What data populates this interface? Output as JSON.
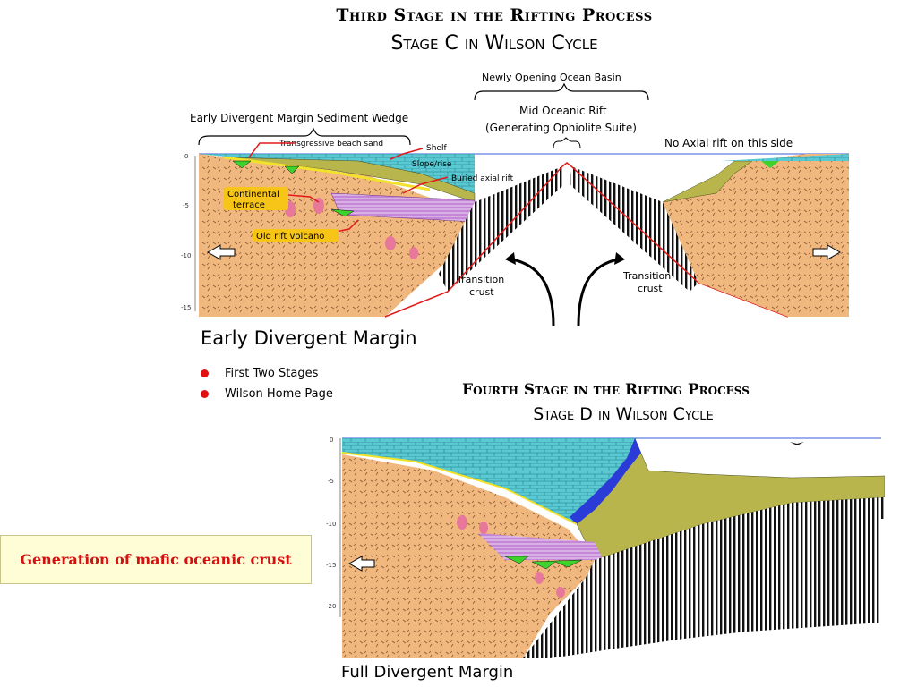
{
  "header": {
    "title_stage_c": "Third Stage in the Rifting Process",
    "subtitle_stage_c": "Stage C in Wilson Cycle",
    "title_stage_d": "Fourth Stage in the Rifting Process",
    "subtitle_stage_d": "Stage D in Wilson Cycle"
  },
  "diagram_c": {
    "labels": {
      "newly_opening": "Newly Opening Ocean Basin",
      "mid_oceanic_rift": "Mid Oceanic Rift",
      "generating": "(Generating Ophiolite Suite)",
      "early_wedge": "Early Divergent Margin Sediment Wedge",
      "no_axial": "No Axial rift on this side",
      "beach_sand": "Transgressive beach sand",
      "shelf": "Shelf",
      "slope_rise": "Slope/rise",
      "buried_axial": "Buried axial rift",
      "continental": "Continental",
      "terrace": "terrace",
      "old_rift_volcano": "Old rift volcano",
      "transition_left_1": "Transition",
      "transition_left_2": "crust",
      "transition_right_1": "Transition",
      "transition_right_2": "crust"
    },
    "depth_ticks": [
      "0",
      "-5",
      "-10",
      "-15"
    ],
    "caption": "Early Divergent Margin"
  },
  "diagram_d": {
    "depth_ticks": [
      "0",
      "-5",
      "-10",
      "-15",
      "-20"
    ],
    "caption": "Full Divergent Margin"
  },
  "nav": {
    "items": [
      {
        "label": "First Two Stages"
      },
      {
        "label": "Wilson Home Page"
      }
    ]
  },
  "side_note": "Generation of mafic oceanic crust",
  "colors": {
    "continent": "#f0b77e",
    "water": "#59c9d3",
    "sediment": "#b7b54b",
    "basin_fill": "#c486d6",
    "volcanic": "#3ed22d",
    "annotation_red": "#e31a1a",
    "label_box": "#f7c418",
    "crust_blue": "#2b3bd8",
    "bullet": "#e11010"
  }
}
